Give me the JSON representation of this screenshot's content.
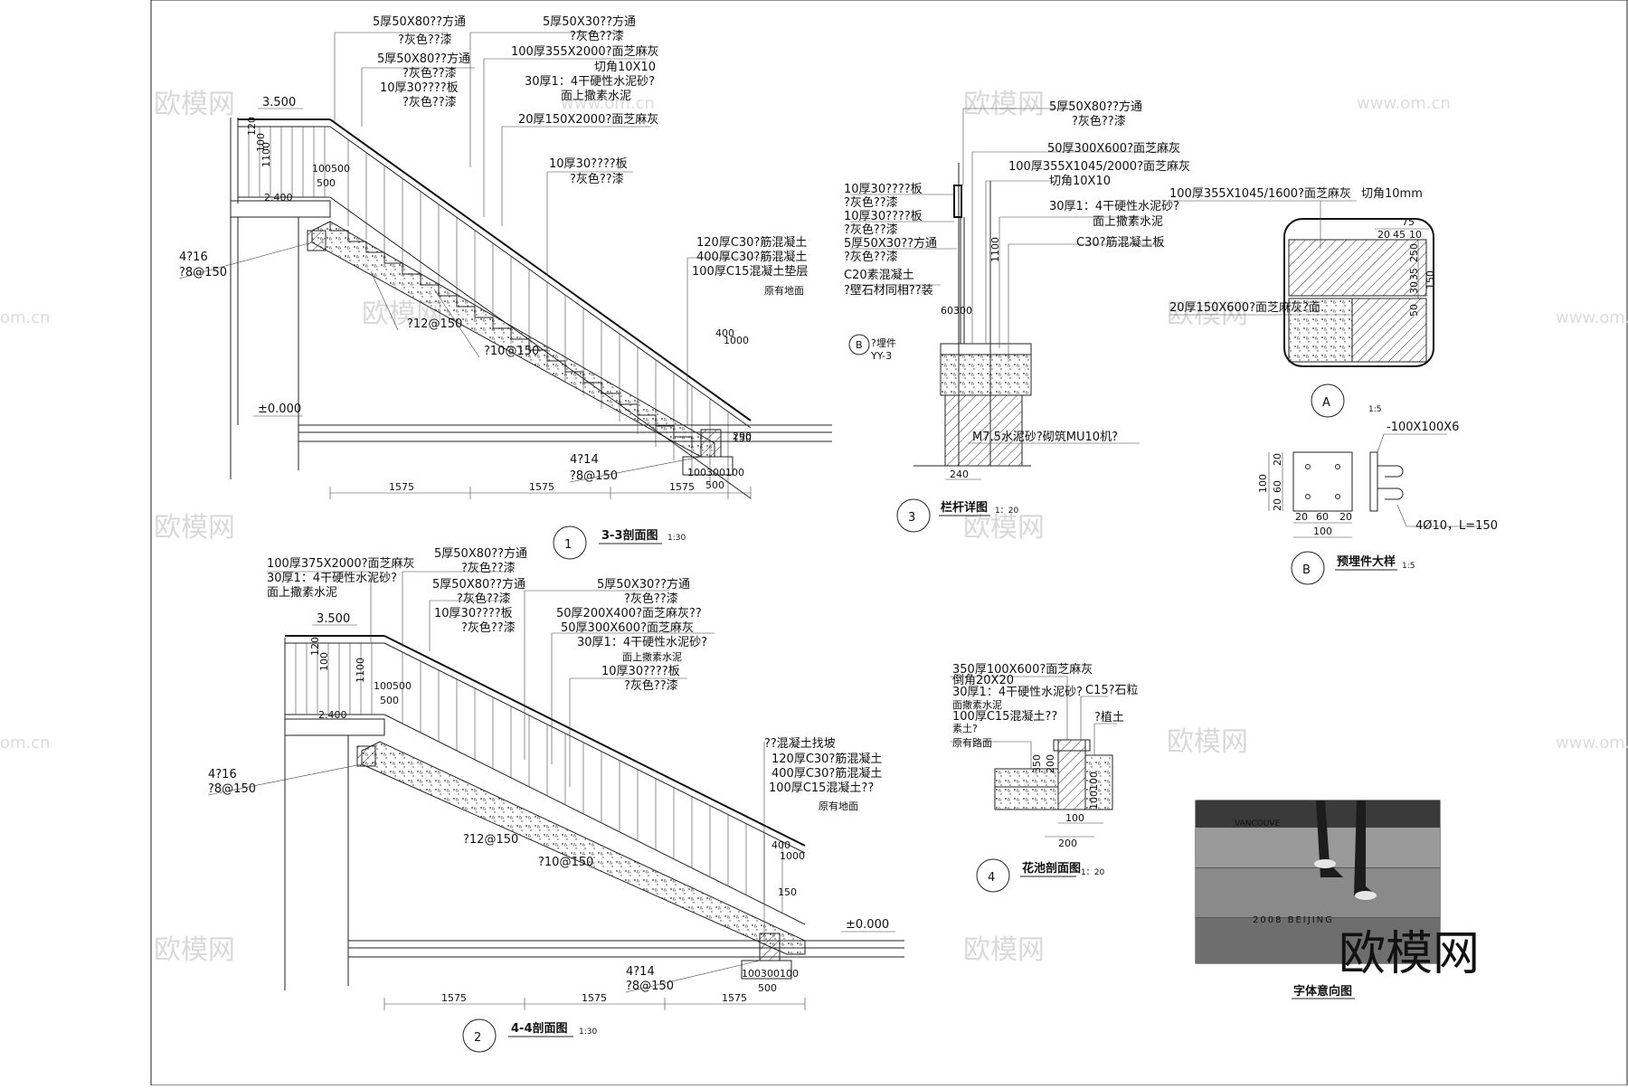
{
  "watermark": {
    "brand": "欧模网",
    "url": "www.om.cn",
    "url_short": "om.cn"
  },
  "drawings": {
    "section_33": {
      "number": "1",
      "title": "3-3剖面图",
      "scale": "1:30",
      "levels": {
        "top": "3.500",
        "base": "±0.000"
      },
      "dims": {
        "span1": "1575",
        "span2": "1575",
        "span3": "1575",
        "foot": "500",
        "foot_detail": "100300100",
        "h1": "1100",
        "h2": "120",
        "h3": "100",
        "h4": "2.400",
        "w1": "100500",
        "w2": "500",
        "v1": "400",
        "v2": "150",
        "v3": "1000",
        "v4": "290"
      },
      "callouts": [
        "5厚50X80??方通",
        "?灰色??漆",
        "5厚50X30??方通",
        "?灰色??漆",
        "100厚355X2000?面芝麻灰",
        "切角10X10",
        "5厚50X80??方通",
        "?灰色??漆",
        "30厚1：4干硬性水泥砂?",
        "10厚30????板",
        "面上撒素水泥",
        "?灰色??漆",
        "20厚150X2000?面芝麻灰",
        "10厚30????板",
        "?灰色??漆",
        "120厚C30?筋混凝土",
        "400厚C30?筋混凝土",
        "100厚C15混凝土垫层",
        "原有地面"
      ],
      "rebar": {
        "a": "4?16",
        "b": "?8@150",
        "c": "?12@150",
        "d": "?10@150",
        "e": "4?14",
        "f": "?8@150"
      }
    },
    "section_44": {
      "number": "2",
      "title": "4-4剖面图",
      "scale": "1:30",
      "levels": {
        "top": "3.500",
        "base": "±0.000"
      },
      "dims": {
        "span1": "1575",
        "span2": "1575",
        "span3": "1575",
        "foot": "500",
        "foot_detail": "100300100",
        "h1": "1100",
        "h2": "120",
        "h3": "100",
        "h4": "2.400",
        "w1": "100500",
        "w2": "500",
        "v1": "400",
        "v2": "150",
        "v3": "1000"
      },
      "callouts": [
        "100厚375X2000?面芝麻灰",
        "30厚1：4干硬性水泥砂?",
        "面上撒素水泥",
        "5厚50X80??方通",
        "?灰色??漆",
        "5厚50X80??方通",
        "?灰色??漆",
        "10厚30????板",
        "?灰色??漆",
        "5厚50X30??方通",
        "?灰色??漆",
        "50厚200X400?面芝麻灰??",
        "50厚300X600?面芝麻灰",
        "30厚1：4干硬性水泥砂?",
        "面上撒素水泥",
        "10厚30????板",
        "?灰色??漆",
        "??混凝土找坡",
        "120厚C30?筋混凝土",
        "400厚C30?筋混凝土",
        "100厚C15混凝土??",
        "原有地面"
      ],
      "rebar": {
        "a": "4?16",
        "b": "?8@150",
        "c": "?12@150",
        "d": "?10@150",
        "e": "4?14",
        "f": "?8@150"
      }
    },
    "railing_detail": {
      "number": "3",
      "title": "栏杆详图",
      "scale": "1：20",
      "callouts": [
        "5厚50X80??方通",
        "?灰色??漆",
        "50厚300X600?面芝麻灰",
        "100厚355X1045/2000?面芝麻灰",
        "切角10X10",
        "30厚1：4干硬性水泥砂?",
        "面上撒素水泥",
        "C30?筋混凝土板",
        "10厚30????板",
        "?灰色??漆",
        "10厚30????板",
        "?灰色??漆",
        "5厚50X30??方通",
        "?灰色??漆",
        "C20素混凝土",
        "?壁石材同相??装",
        "M7.5水泥砂?砌筑MU10机?"
      ],
      "embed_ref": {
        "letter": "B",
        "text": "?埋件",
        "sheet": "YY-3"
      },
      "dims": {
        "height": "1100",
        "base": "240",
        "small": "60300"
      }
    },
    "planter_section": {
      "number": "4",
      "title": "花池剖面图",
      "scale": "1：20",
      "callouts": [
        "350厚100X600?面芝麻灰",
        "倒角20X20",
        "30厚1：4干硬性水泥砂?",
        "面撒素水泥",
        "100厚C15混凝土??",
        "素土?",
        "原有路面",
        "C15?石粒",
        "?植土"
      ],
      "dims": {
        "a": "100",
        "b": "200",
        "c": "100100",
        "d": "350",
        "e": "200"
      }
    },
    "detail_A": {
      "letter": "A",
      "scale": "1:5",
      "callouts": [
        "100厚355X1045/1600?面芝麻灰",
        "切角10mm",
        "20厚150X600?面芝麻灰?面"
      ],
      "dims": {
        "d1": "75",
        "d2": "20",
        "d3": "45",
        "d4": "10",
        "d5": "250",
        "d6": "35",
        "d7": "30",
        "d8": "50",
        "d9": "150"
      }
    },
    "detail_B": {
      "letter": "B",
      "title": "预埋件大样",
      "scale": "1:5",
      "callouts": [
        "-100X100X6",
        "4Ø10，L=150"
      ],
      "dims": {
        "w1": "20",
        "w2": "60",
        "w3": "20",
        "total_w": "100",
        "h1": "20",
        "h2": "60",
        "h3": "20",
        "total_h": "100"
      }
    },
    "photo": {
      "title": "字体意向图",
      "engraving_top": "VANCOUVE",
      "engraving_bottom": "2008 BEIJING"
    }
  }
}
